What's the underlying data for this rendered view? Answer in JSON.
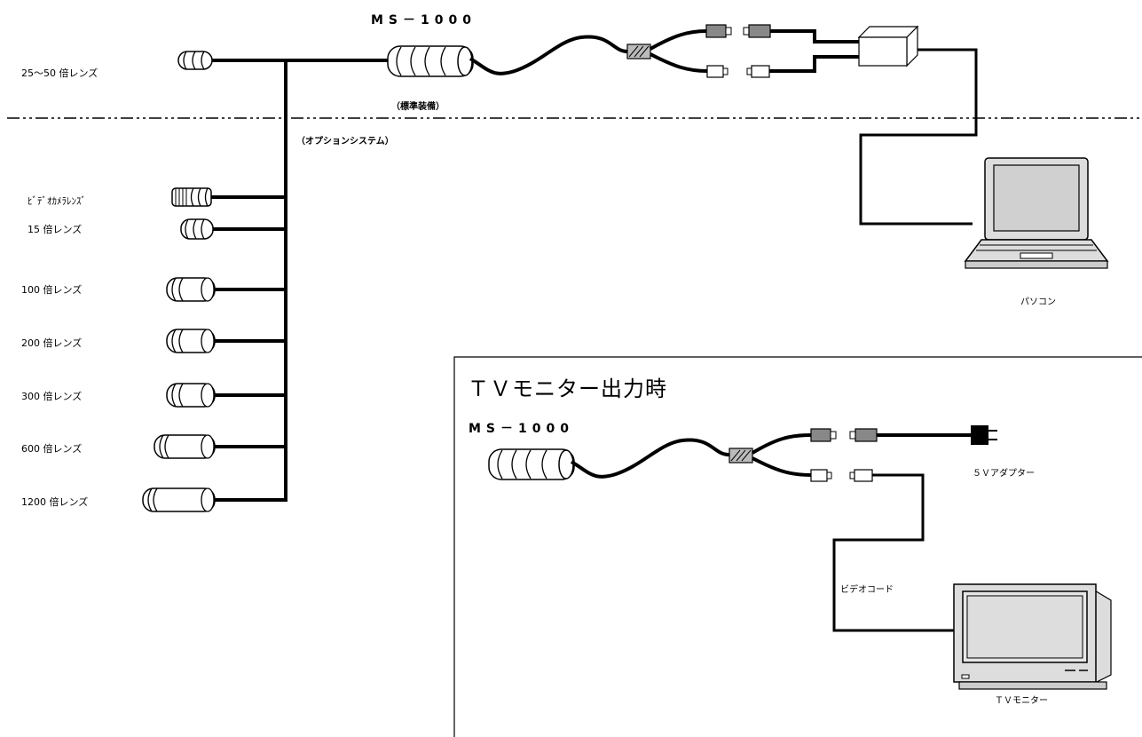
{
  "system": {
    "model": "MS－1000",
    "standard_label": "（標準装備）",
    "option_label": "（オプションシステム）",
    "pc_label": "パソコン"
  },
  "lenses": [
    {
      "label": "25～50 倍レンズ"
    },
    {
      "label": "ﾋﾞﾃﾞｵｶﾒﾗﾚﾝｽﾞ"
    },
    {
      "label": "15 倍レンズ"
    },
    {
      "label": "100 倍レンズ"
    },
    {
      "label": "200 倍レンズ"
    },
    {
      "label": "300 倍レンズ"
    },
    {
      "label": "600 倍レンズ"
    },
    {
      "label": "1200 倍レンズ"
    }
  ],
  "tv_panel": {
    "title": "ＴＶモニター出力時",
    "model": "MS－1000",
    "adapter_label": "５Ｖアダプター",
    "cord_label": "ビデオコード",
    "monitor_label": "ＴＶモニター"
  }
}
